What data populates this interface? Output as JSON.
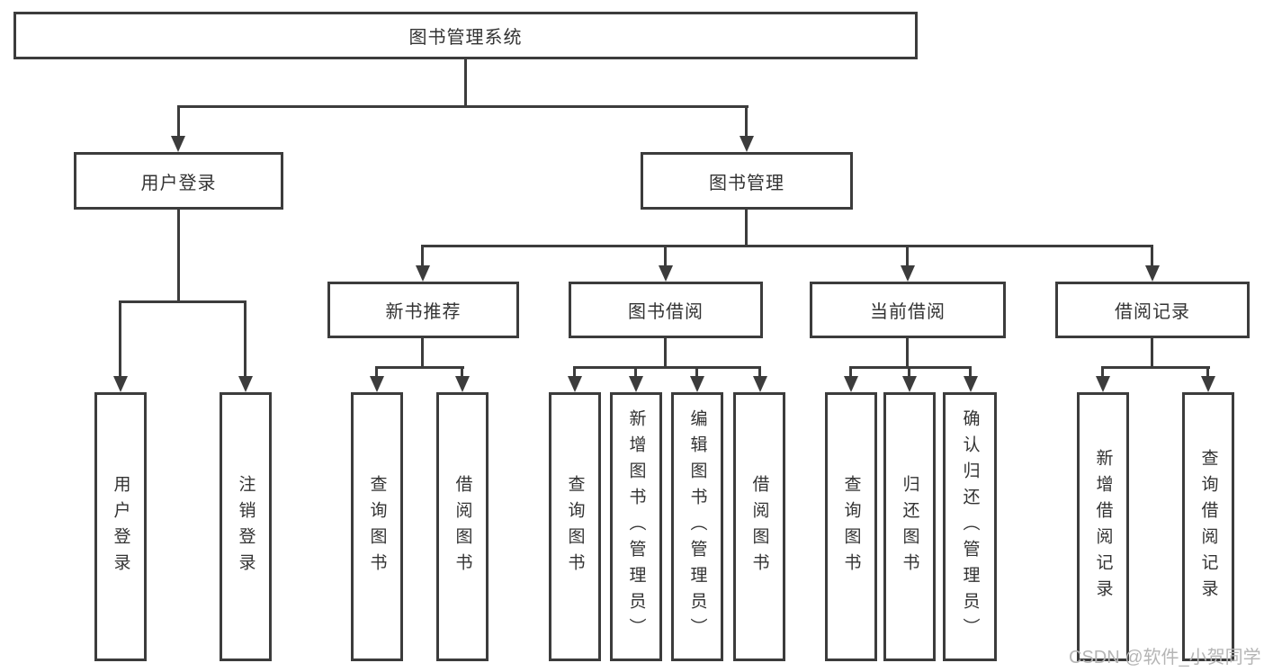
{
  "tree": {
    "label": "图书管理系统",
    "children": [
      {
        "label": "用户登录",
        "children": [
          {
            "label": "用户登录"
          },
          {
            "label": "注销登录"
          }
        ]
      },
      {
        "label": "图书管理",
        "children": [
          {
            "label": "新书推荐",
            "children": [
              {
                "label": "查询图书"
              },
              {
                "label": "借阅图书"
              }
            ]
          },
          {
            "label": "图书借阅",
            "children": [
              {
                "label": "查询图书"
              },
              {
                "label": "新增图书（管理员）"
              },
              {
                "label": "编辑图书（管理员）"
              },
              {
                "label": "借阅图书"
              }
            ]
          },
          {
            "label": "当前借阅",
            "children": [
              {
                "label": "查询图书"
              },
              {
                "label": "归还图书"
              },
              {
                "label": "确认归还（管理员）"
              }
            ]
          },
          {
            "label": "借阅记录",
            "children": [
              {
                "label": "新增借阅记录"
              },
              {
                "label": "查询借阅记录"
              }
            ]
          }
        ]
      }
    ]
  },
  "watermark": "CSDN @软件_小贺同学",
  "colors": {
    "line": "#3c3c3c",
    "text": "#333333",
    "background": "#ffffff",
    "watermark": "#b5b5b5"
  }
}
